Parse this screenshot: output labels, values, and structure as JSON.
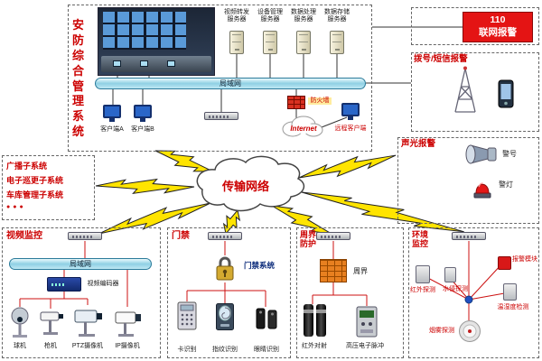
{
  "management": {
    "title": "安防综合管理系统",
    "servers": [
      "视频转发服务器",
      "设备管理服务器",
      "数据处理服务器",
      "数据存储服务器"
    ],
    "lan": "局域网",
    "clients": [
      "客户端A",
      "客户端B"
    ],
    "firewall": "防火墙",
    "internet": "Internet",
    "remote_client": "远程客户端"
  },
  "alarm_110": {
    "line1": "110",
    "line2": "联网报警"
  },
  "alarm_dial": {
    "title": "拨号/短信报警"
  },
  "alarm_sound_light": {
    "title": "声光报警",
    "horn": "警号",
    "light": "警灯"
  },
  "subsystems": {
    "items": [
      "广播子系统",
      "电子巡更子系统",
      "车库管理子系统"
    ],
    "more": "●●●"
  },
  "cloud": {
    "label": "传输网络"
  },
  "video": {
    "title": "视频监控",
    "lan": "局域网",
    "encoder": "视频编码器",
    "devices": [
      "球机",
      "枪机",
      "PTZ摄像机",
      "IP摄像机"
    ]
  },
  "access": {
    "title": "门禁",
    "system": "门禁系统",
    "devices": [
      "卡识别",
      "指纹识别",
      "眼睛识别"
    ]
  },
  "perimeter": {
    "title": "周界防护",
    "wall": "周界",
    "devices": [
      "红外对射",
      "高压电子脉冲"
    ]
  },
  "environment": {
    "title": "环境监控",
    "sensors": [
      "红外探测",
      "水侵探测",
      "报警模块",
      "温湿度检测",
      "烟雾探测"
    ]
  },
  "icons": [
    "control-room-photo",
    "server",
    "lan-bus",
    "network-switch",
    "firewall",
    "internet-cloud",
    "client-monitor",
    "antenna-tower",
    "mobile-phone",
    "alarm-horn",
    "beacon-light",
    "transmission-cloud",
    "lightning-bolt",
    "dome-camera",
    "bullet-camera",
    "ptz-camera",
    "ip-camera",
    "video-encoder",
    "padlock",
    "keypad-reader",
    "fingerprint-reader",
    "iris-reader",
    "brick-wall",
    "infrared-beam-cylinder",
    "pulse-device",
    "sensor-hub",
    "smoke-detector",
    "alarm-module"
  ],
  "colors": {
    "accent_red": "#cc0000",
    "lan_cyan": "#9fd8ea",
    "bolt_yellow": "#ffe400"
  }
}
